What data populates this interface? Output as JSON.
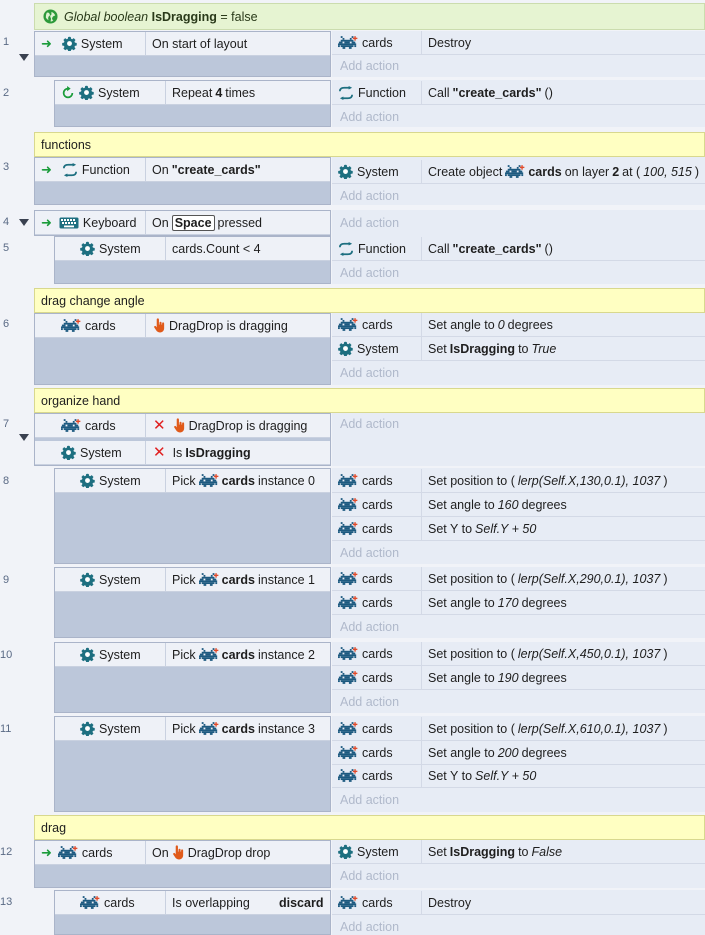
{
  "global_var": {
    "prefix": "Global boolean",
    "name": "IsDragging",
    "eq": "= false"
  },
  "add_action": "Add action",
  "lines": [
    "1",
    "2",
    "3",
    "4",
    "5",
    "6",
    "7",
    "8",
    "9",
    "10",
    "11",
    "12",
    "13"
  ],
  "groups": {
    "g1": "functions",
    "g2": "drag change angle",
    "g3": "organize hand",
    "g4": "drag"
  },
  "e1": {
    "cond_obj": "System",
    "cond": "On start of layout",
    "acts": [
      {
        "obj": "cards",
        "text": "Destroy"
      }
    ]
  },
  "e2": {
    "cond_obj": "System",
    "cond_pre": "Repeat",
    "cond_num": "4",
    "cond_post": "times",
    "acts": [
      {
        "obj": "Function",
        "pre": "Call",
        "fname": "\"create_cards\"",
        "post": "()"
      }
    ]
  },
  "e3": {
    "cond_obj": "Function",
    "cond_pre": "On",
    "cond_name": "\"create_cards\"",
    "act_obj": "System",
    "act_pre": "Create object",
    "act_objname": "cards",
    "act_mid": "on layer",
    "act_layer": "2",
    "act_at": "at (",
    "act_coords": "100, 515",
    "act_close": ")"
  },
  "e4": {
    "cond_obj": "Keyboard",
    "cond_pre": "On",
    "cond_key": "Space",
    "cond_post": "pressed"
  },
  "e5": {
    "cond_obj": "System",
    "cond": "cards.Count < 4",
    "act_obj": "Function",
    "act_pre": "Call",
    "act_fname": "\"create_cards\"",
    "act_post": "()"
  },
  "e6": {
    "cond_obj": "cards",
    "cond": "DragDrop is dragging",
    "a1_obj": "cards",
    "a1_pre": "Set angle to",
    "a1_val": "0",
    "a1_post": "degrees",
    "a2_obj": "System",
    "a2_pre": "Set",
    "a2_var": "IsDragging",
    "a2_mid": "to",
    "a2_val": "True"
  },
  "e7": {
    "c1_obj": "cards",
    "c1": "DragDrop is dragging",
    "c2_obj": "System",
    "c2_pre": "Is",
    "c2_var": "IsDragging"
  },
  "e8": {
    "cond_obj": "System",
    "cond_pre": "Pick",
    "cond_name": "cards",
    "cond_post": "instance 0",
    "a1_obj": "cards",
    "a1_pre": "Set position to (",
    "a1_val": "lerp(Self.X,130,0.1), 1037",
    "a1_post": ")",
    "a2_obj": "cards",
    "a2_pre": "Set angle to",
    "a2_val": "160",
    "a2_post": "degrees",
    "a3_obj": "cards",
    "a3_pre": "Set Y to",
    "a3_val": "Self.Y + 50"
  },
  "e9": {
    "cond_obj": "System",
    "cond_pre": "Pick",
    "cond_name": "cards",
    "cond_post": "instance 1",
    "a1_obj": "cards",
    "a1_pre": "Set position to (",
    "a1_val": "lerp(Self.X,290,0.1), 1037",
    "a1_post": ")",
    "a2_obj": "cards",
    "a2_pre": "Set angle to",
    "a2_val": "170",
    "a2_post": "degrees"
  },
  "e10": {
    "cond_obj": "System",
    "cond_pre": "Pick",
    "cond_name": "cards",
    "cond_post": "instance 2",
    "a1_obj": "cards",
    "a1_pre": "Set position to (",
    "a1_val": "lerp(Self.X,450,0.1), 1037",
    "a1_post": ")",
    "a2_obj": "cards",
    "a2_pre": "Set angle to",
    "a2_val": "190",
    "a2_post": "degrees"
  },
  "e11": {
    "cond_obj": "System",
    "cond_pre": "Pick",
    "cond_name": "cards",
    "cond_post": "instance 3",
    "a1_obj": "cards",
    "a1_pre": "Set position to (",
    "a1_val": "lerp(Self.X,610,0.1), 1037",
    "a1_post": ")",
    "a2_obj": "cards",
    "a2_pre": "Set angle to",
    "a2_val": "200",
    "a2_post": "degrees",
    "a3_obj": "cards",
    "a3_pre": "Set Y to",
    "a3_val": "Self.Y + 50"
  },
  "e12": {
    "cond_obj": "cards",
    "cond_pre": "On",
    "cond": "DragDrop drop",
    "act_obj": "System",
    "act_pre": "Set",
    "act_var": "IsDragging",
    "act_mid": "to",
    "act_val": "False"
  },
  "e13": {
    "cond_obj": "cards",
    "cond": "Is overlapping",
    "cond_target": "discard",
    "act_obj": "cards",
    "act_text": "Destroy"
  },
  "icons": {
    "system": "gear-icon",
    "cards": "sprite-icon",
    "function": "function-icon",
    "keyboard": "keyboard-icon",
    "dragdrop": "drag-hand-icon",
    "repeat": "repeat-icon",
    "globe": "globe-icon"
  },
  "colors": {
    "group_bg": "#ffffc2",
    "global_bg": "#e6f4d2",
    "event_bg": "#bcc7da",
    "accent_teal": "#1d6f80"
  }
}
